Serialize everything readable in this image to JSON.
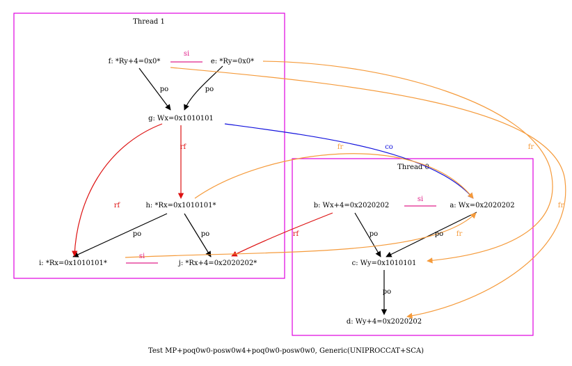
{
  "colors": {
    "cluster": "#e000e0",
    "po": "#000000",
    "rf": "#dd1111",
    "co": "#1111dd",
    "fr": "#f59a3a",
    "si": "#e0208a"
  },
  "clusters": {
    "thread1": "Thread 1",
    "thread0": "Thread 0"
  },
  "nodes": {
    "f": "f: *Ry+4=0x0*",
    "e": "e: *Ry=0x0*",
    "g": "g: Wx=0x1010101",
    "h": "h: *Rx=0x1010101*",
    "i": "i: *Rx=0x1010101*",
    "j": "j: *Rx+4=0x2020202*",
    "b": "b: Wx+4=0x2020202",
    "a": "a: Wx=0x2020202",
    "c": "c: Wy=0x1010101",
    "d": "d: Wy+4=0x2020202"
  },
  "edge_labels": {
    "po": "po",
    "rf": "rf",
    "co": "co",
    "fr": "fr",
    "si": "si"
  },
  "caption": "Test MP+poq0w0-posw0w4+poq0w0-posw0w0, Generic(UNIPROCCAT+SCA)"
}
